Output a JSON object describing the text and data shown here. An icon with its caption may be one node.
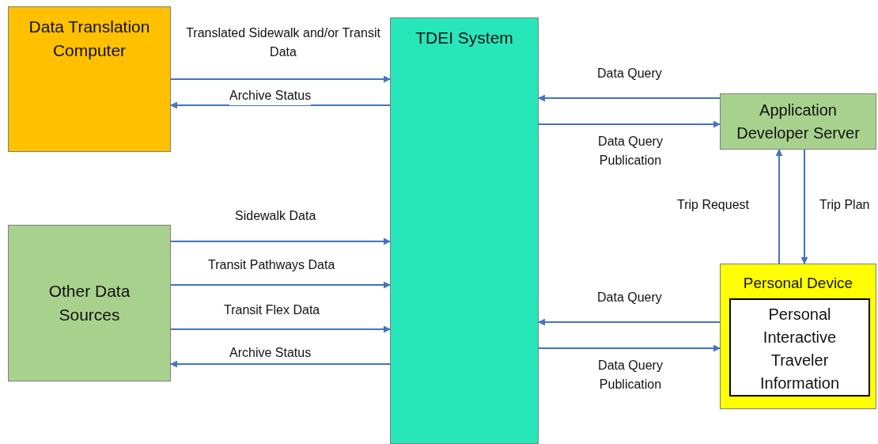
{
  "diagram": {
    "nodes": [
      {
        "text": [
          "Data Translation Computer"
        ]
      },
      {
        "text": [
          "TDEI System"
        ]
      },
      {
        "text": [
          "Application Developer Server"
        ]
      },
      {
        "text": [
          "Other Data Sources"
        ]
      },
      {
        "text": [
          "Personal Device"
        ]
      },
      {
        "text": [
          "Personal Interactive Traveler Information"
        ],
        "in": 4
      }
    ],
    "edges": [
      {
        "from": 0,
        "to": 1,
        "arrow": "to",
        "label": "Translated Sidewalk and/or Transit Data"
      },
      {
        "from": 1,
        "to": 0,
        "arrow": "to",
        "label": "Archive Status"
      },
      {
        "from": 2,
        "to": 1,
        "arrow": "to",
        "label": "Data Query"
      },
      {
        "from": 1,
        "to": 2,
        "arrow": "to",
        "label": "Data Query Publication"
      },
      {
        "from": 4,
        "to": 2,
        "arrow": "to",
        "label": "Trip Request"
      },
      {
        "from": 2,
        "to": 4,
        "arrow": "to",
        "label": "Trip Plan"
      },
      {
        "from": 3,
        "to": 1,
        "arrow": "to",
        "label": "Sidewalk Data"
      },
      {
        "from": 3,
        "to": 1,
        "arrow": "to",
        "label": "Transit Pathways Data"
      },
      {
        "from": 3,
        "to": 1,
        "arrow": "to",
        "label": "Transit Flex Data"
      },
      {
        "from": 1,
        "to": 3,
        "arrow": "to",
        "label": "Archive Status"
      },
      {
        "from": 4,
        "to": 1,
        "arrow": "to",
        "label": "Data Query"
      },
      {
        "from": 1,
        "to": 4,
        "arrow": "to",
        "label": "Data Query Publication"
      }
    ]
  }
}
